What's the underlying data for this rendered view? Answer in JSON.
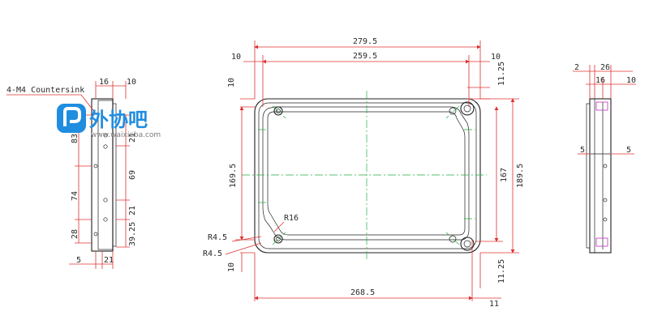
{
  "watermark": {
    "logo_text": "外协吧",
    "url_text": "www.waixieba.com"
  },
  "left_view": {
    "callout": "4-M4 Countersink",
    "top_dims": [
      "16",
      "10"
    ],
    "left_dims": [
      "83.5",
      "74",
      "28"
    ],
    "right_dims": [
      "21",
      "69",
      "21",
      "39.25"
    ],
    "bottom_dims": [
      "5",
      "21"
    ]
  },
  "front_view": {
    "top_overall": "279.5",
    "top_inner": "259.5",
    "top_left_offset": "10",
    "top_right_offset": "10",
    "right_top_offset": "11.25",
    "left_top_offset": "10",
    "left_height": "169.5",
    "right_inner_height": "167",
    "right_overall_height": "189.5",
    "radius_label": "R16",
    "r45_upper": "R4.5",
    "r45_lower": "R4.5",
    "left_bottom_offset": "10",
    "right_bottom_offset": "11.25",
    "bottom_width": "268.5",
    "bottom_right_offset": "11"
  },
  "right_view": {
    "top_dims": [
      "2",
      "26"
    ],
    "second_dims": [
      "16",
      "10"
    ],
    "side_dims": [
      "5",
      "5"
    ]
  }
}
